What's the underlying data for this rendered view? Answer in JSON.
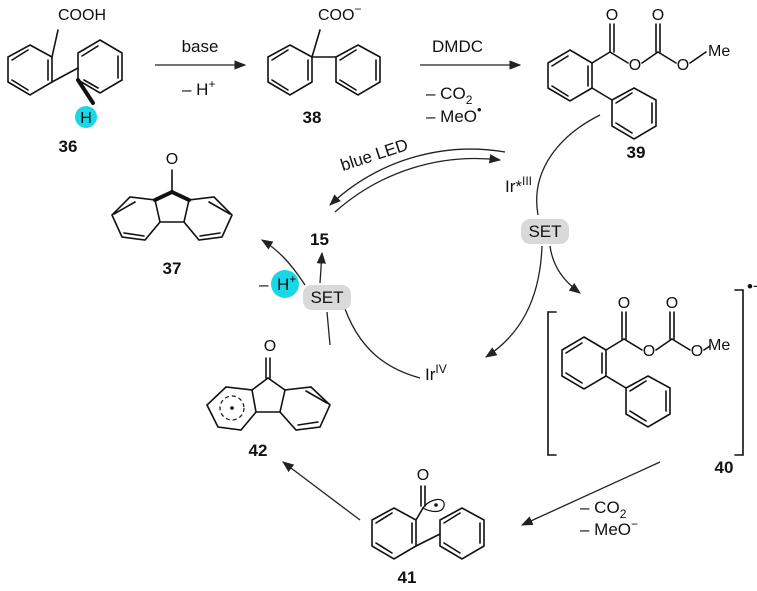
{
  "colors": {
    "highlight": "#19d7e7",
    "badge": "#d9d9d9",
    "ink": "#111111"
  },
  "compounds": {
    "c36": {
      "number": "36",
      "cooh": "COOH",
      "h": "H"
    },
    "c38": {
      "number": "38",
      "coo": "COO",
      "charge": "−"
    },
    "c39": {
      "number": "39",
      "o": "O",
      "me": "Me"
    },
    "c40": {
      "number": "40",
      "o": "O",
      "me": "Me",
      "radical_anion": "•−"
    },
    "c41": {
      "number": "41",
      "o": "O"
    },
    "c42": {
      "number": "42",
      "o": "O"
    },
    "c37": {
      "number": "37",
      "o": "O"
    },
    "c15": {
      "number": "15"
    }
  },
  "arrows": {
    "step1": {
      "above": "base",
      "below": "– H",
      "below_sup": "+"
    },
    "step2": {
      "above": "DMDC",
      "below1": "– CO",
      "below1_sub": "2",
      "below2": "– MeO",
      "below2_sup": "•"
    },
    "step3": {
      "below1": "– CO",
      "below1_sub": "2",
      "below2": "– MeO",
      "below2_sup": "−"
    }
  },
  "cycle": {
    "light": "blue LED",
    "ir_excited": "Ir*",
    "ir_excited_sup": "III",
    "ir_oxidized": "Ir",
    "ir_oxidized_sup": "IV",
    "set": "SET",
    "proton": "H",
    "proton_sup": "+",
    "proton_minus": "–"
  }
}
